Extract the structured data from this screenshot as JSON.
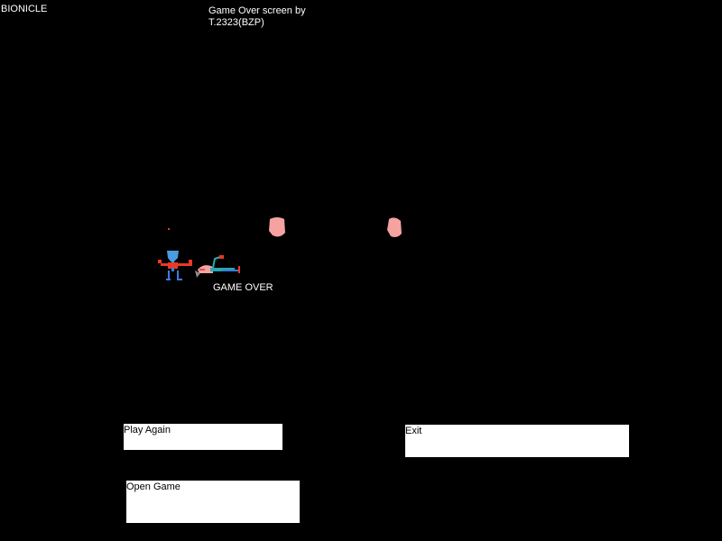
{
  "header": {
    "game_title": "BIONICLE",
    "credit": "Game Over screen by T.2323(BZP)"
  },
  "main": {
    "game_over_label": "GAME OVER"
  },
  "buttons": {
    "play_again": "Play Again",
    "exit": "Exit",
    "open_game": "Open Game"
  },
  "colors": {
    "background": "#000000",
    "text": "#ffffff",
    "button_bg": "#ffffff",
    "button_text": "#000000",
    "hero_head": "#4a9be0",
    "hero_body": "#e83a25",
    "hero_legs": "#3a7de0",
    "fallen_body": "#2aa8b0",
    "pink_blob": "#f4a3a0"
  }
}
